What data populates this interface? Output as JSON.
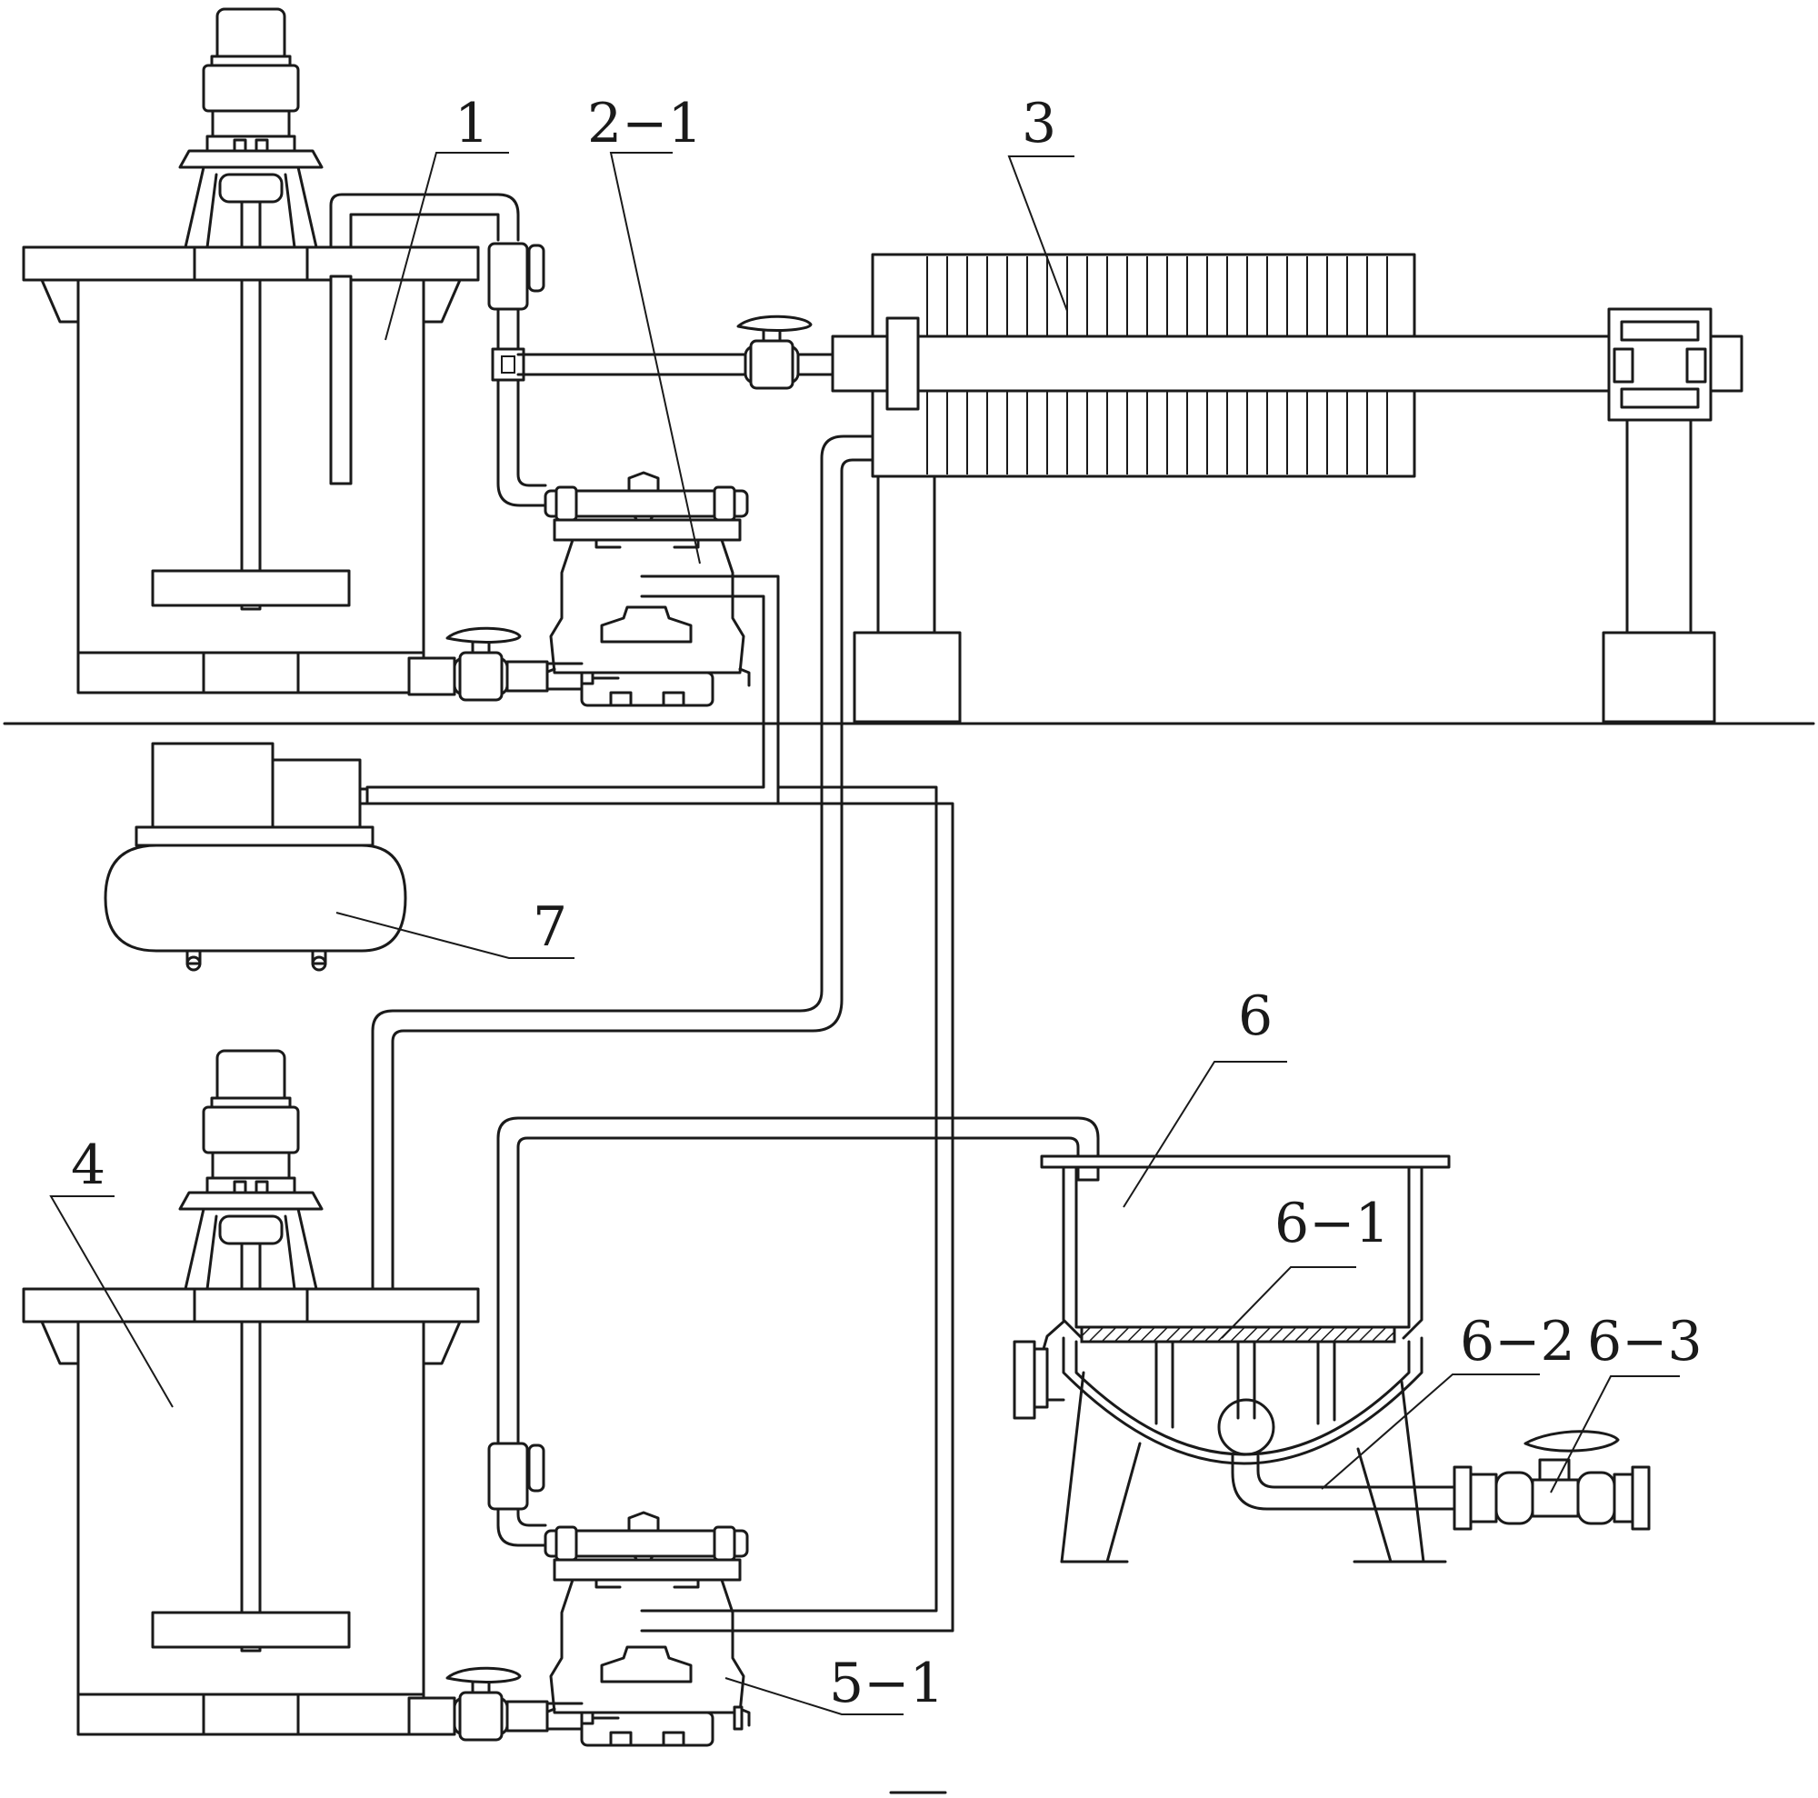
{
  "labels": {
    "tank1": "1",
    "pump21": "2−1",
    "filter_press": "3",
    "tank4": "4",
    "pump51": "5−1",
    "vessel6": "6",
    "filter_plate": "6−1",
    "outlet_pipe": "6−2",
    "outlet_valve": "6−3",
    "compressor": "7"
  },
  "colors": {
    "line": "#1a1a1a",
    "background": "#ffffff"
  }
}
